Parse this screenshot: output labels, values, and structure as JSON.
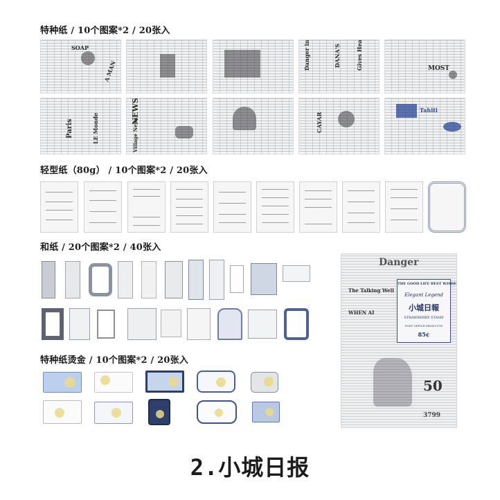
{
  "sections": [
    {
      "heading": "特种纸 / 10个图案*2 / 20张入"
    },
    {
      "heading": "轻型纸（80g） / 10个图案*2 / 20张入"
    },
    {
      "heading": "和纸 / 20个图案*2 / 40张入"
    },
    {
      "heading": "特种纸烫金 / 10个图案*2 / 20张入"
    }
  ],
  "special_paper_labels": [
    "SOAP",
    "A MAN",
    "Danger in the Spring",
    "DANA'S",
    "Gives Health",
    "MOST",
    "Paris",
    "LE Monde",
    "NEWS",
    "Village News",
    "CAYAR",
    "Tahiti"
  ],
  "sample_sheet": {
    "headline": "Danger",
    "sub_headline": "The Talking Well",
    "box_title": "THE GOOD LIFE BEST WISHES",
    "box_script": "Elegant Legend",
    "box_cn": "小城日報",
    "box_stamp": "STRAWBERRY STAMP",
    "box_office": "POST OFFICE PRODUCTS",
    "box_price": "85¢",
    "when": "WHEN AI",
    "ticket_number": "50",
    "ticket_serial": "3799"
  },
  "product_title": "2.小城日报",
  "colors": {
    "accent_blue": "#3a4f8a",
    "paper_gray": "#eeeff1",
    "foil_gold": "#e9d98a"
  }
}
